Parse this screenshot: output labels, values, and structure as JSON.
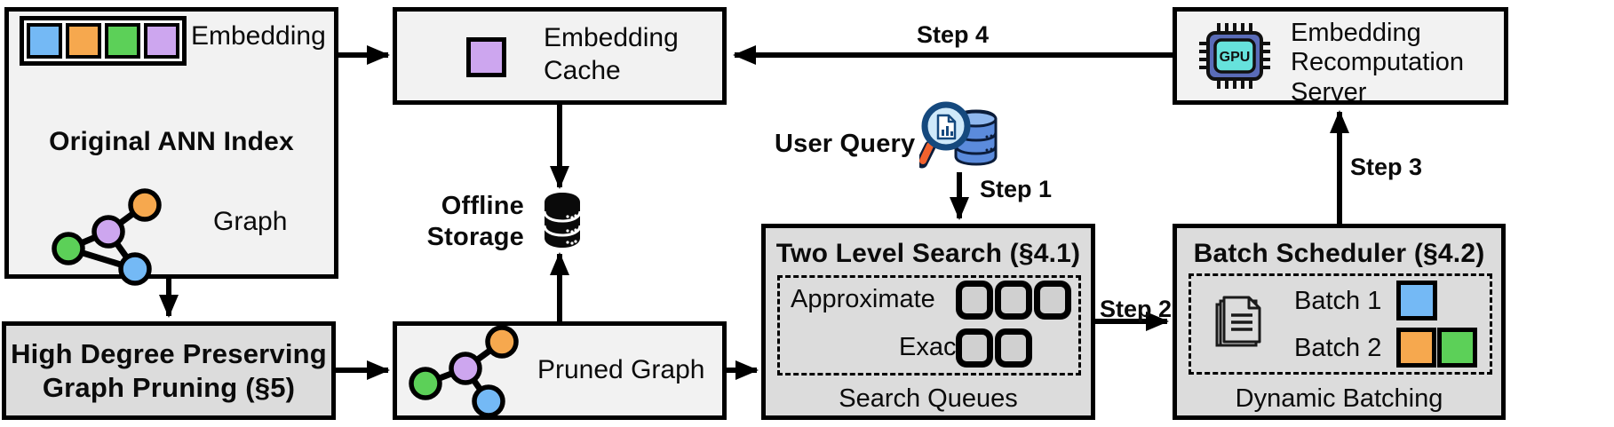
{
  "diagram": {
    "original_ann_index": {
      "title": "Original ANN Index",
      "embedding_label": "Embedding",
      "graph_label": "Graph"
    },
    "embedding_cache": {
      "line1": "Embedding",
      "line2": "Cache"
    },
    "offline_storage": {
      "line1": "Offline",
      "line2": "Storage"
    },
    "high_degree_pruning": {
      "line1": "High Degree Preserving",
      "line2": "Graph Pruning (§5)"
    },
    "pruned_graph": {
      "label": "Pruned Graph"
    },
    "user_query": {
      "label": "User Query"
    },
    "two_level_search": {
      "title": "Two Level Search (§4.1)",
      "row1_label": "Approximate",
      "row2_label": "Exact",
      "footer": "Search Queues"
    },
    "batch_scheduler": {
      "title": "Batch Scheduler (§4.2)",
      "batch1_label": "Batch 1",
      "batch2_label": "Batch 2",
      "footer": "Dynamic Batching"
    },
    "recomputation_server": {
      "line1": "Embedding",
      "line2": "Recomputation",
      "line3": "Server",
      "gpu_label": "GPU"
    },
    "steps": {
      "step1": "Step 1",
      "step2": "Step 2",
      "step3": "Step 3",
      "step4": "Step 4"
    },
    "colors": {
      "embedding_blue": "#74b9f5",
      "embedding_orange": "#f6a84e",
      "embedding_green": "#5cd058",
      "embedding_purple": "#cda6ef",
      "box_light_fill": "#f2f2f2",
      "box_dark_fill": "#dcdcdc",
      "queue_square_fill": "#d0d0d0",
      "outline_black": "#000000",
      "gpu_chip_body": "#5a6cb8",
      "gpu_chip_inner": "#66e2dc",
      "query_db_blue": "#5b8bdc",
      "magnifier_rim_blue": "#15497e",
      "magnifier_handle_orange": "#f2622e"
    }
  }
}
